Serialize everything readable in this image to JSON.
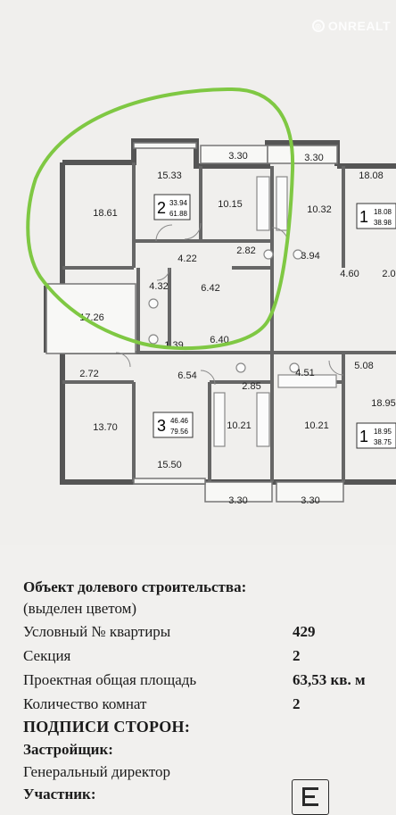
{
  "watermark": {
    "text": "ONREALT"
  },
  "plan": {
    "rooms": [
      "18.61",
      "15.33",
      "10.15",
      "2.82",
      "4.22",
      "4.32",
      "6.42",
      "17.26",
      "3.30",
      "3.30",
      "18.08",
      "10.32",
      "3.94",
      "4.60",
      "2.0",
      "2.72",
      "6.54",
      "13.70",
      "15.50",
      "2.85",
      "10.21",
      "4.51",
      "10.21",
      "5.08",
      "18.95",
      "3.30",
      "3.30",
      "1.39",
      "6.40"
    ],
    "badges": [
      {
        "num": "2",
        "a": "33.94",
        "b": "61.88"
      },
      {
        "num": "1",
        "a": "18.08",
        "b": "38.98"
      },
      {
        "num": "3",
        "a": "46.46",
        "b": "79.56"
      },
      {
        "num": "1",
        "a": "18.95",
        "b": "38.75"
      }
    ],
    "highlight_color": "#7fc843"
  },
  "info": {
    "title": "Объект долевого строительства:",
    "subtitle": "(выделен цветом)",
    "rows": [
      {
        "label": "Условный № квартиры",
        "value": "429"
      },
      {
        "label": "Секция",
        "value": "2"
      },
      {
        "label": "Проектная общая площадь",
        "value": "63,53 кв. м"
      },
      {
        "label": "Количество комнат",
        "value": "2"
      }
    ],
    "signatures": "ПОДПИСИ СТОРОН:",
    "developer": "Застройщик:",
    "director": "Генеральный директор",
    "participant": "Участник:"
  }
}
